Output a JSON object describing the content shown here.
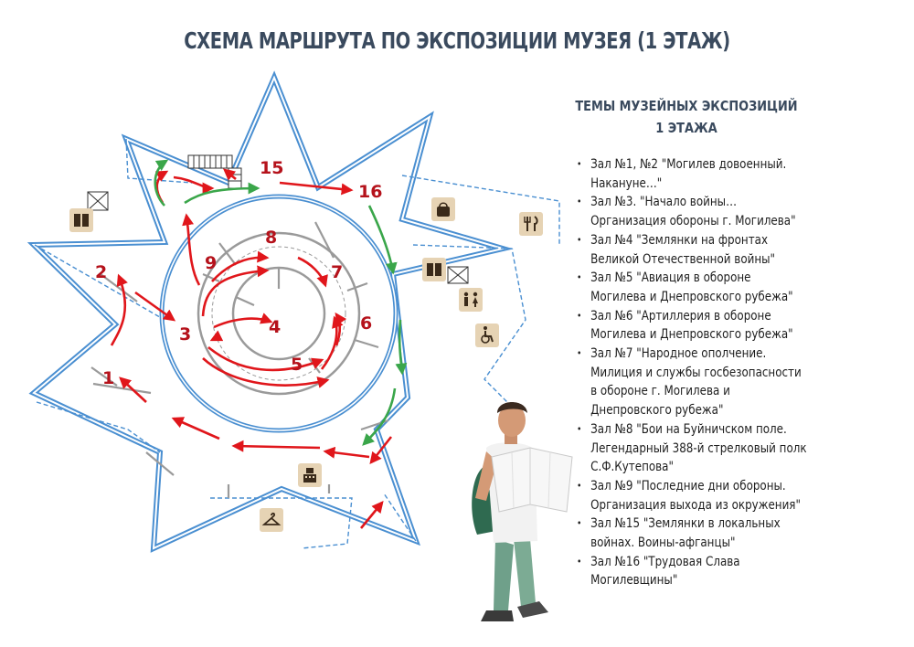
{
  "title": "СХЕМА МАРШРУТА ПО ЭКСПОЗИЦИИ  МУЗЕЯ (1 ЭТАЖ)",
  "themes": {
    "title_line1": "ТЕМЫ МУЗЕЙНЫХ ЭКСПОЗИЦИЙ",
    "title_line2": "1 ЭТАЖА",
    "items": [
      "Зал №1, №2 \"Могилев довоенный.\nНакануне…\"",
      "Зал №3. \"Начало войны…\nОрганизация обороны г. Могилева\"",
      "Зал №4 \"Землянки на фронтах\nВеликой Отечественной войны\"",
      "Зал №5 \"Авиация в обороне\nМогилева и Днепровского рубежа\"",
      "Зал №6 \"Артиллерия в обороне\n Могилева и Днепровского рубежа\"",
      "Зал №7 \"Народное ополчение.\nМилиция и службы госбезопасности\nв обороне г. Могилева и\nДнепровского рубежа\"",
      "Зал №8 \"Бои на Буйничском поле.\nЛегендарный 388-й стрелковый полк\nС.Ф.Кутепова\"",
      "Зал №9 \"Последние дни обороны.\nОрганизация выхода из окружения\"",
      "Зал №15 \"Землянки в локальных\nвойнах. Воины-афганцы\"",
      "Зал №16 \"Трудовая Слава\nМогилевщины\""
    ]
  },
  "map": {
    "hall_numbers": [
      "1",
      "2",
      "3",
      "4",
      "5",
      "6",
      "7",
      "8",
      "9",
      "15",
      "16"
    ],
    "icons": [
      "elevator-icon",
      "shop-bag-icon",
      "restaurant-icon",
      "restroom-icon",
      "wheelchair-icon",
      "cashier-icon",
      "cloakroom-icon"
    ]
  },
  "colors": {
    "title": "#3a4a5e",
    "text": "#1f1f1f",
    "wall": "#4a8fd1",
    "wall_inner": "#ffffff",
    "route_red": "#e0161b",
    "route_green": "#3aa64a",
    "hall_number": "#b5121b",
    "icon_bg": "#e6d3b4",
    "icon_fg": "#3a2a1a",
    "partition": "#9a9a9a"
  }
}
